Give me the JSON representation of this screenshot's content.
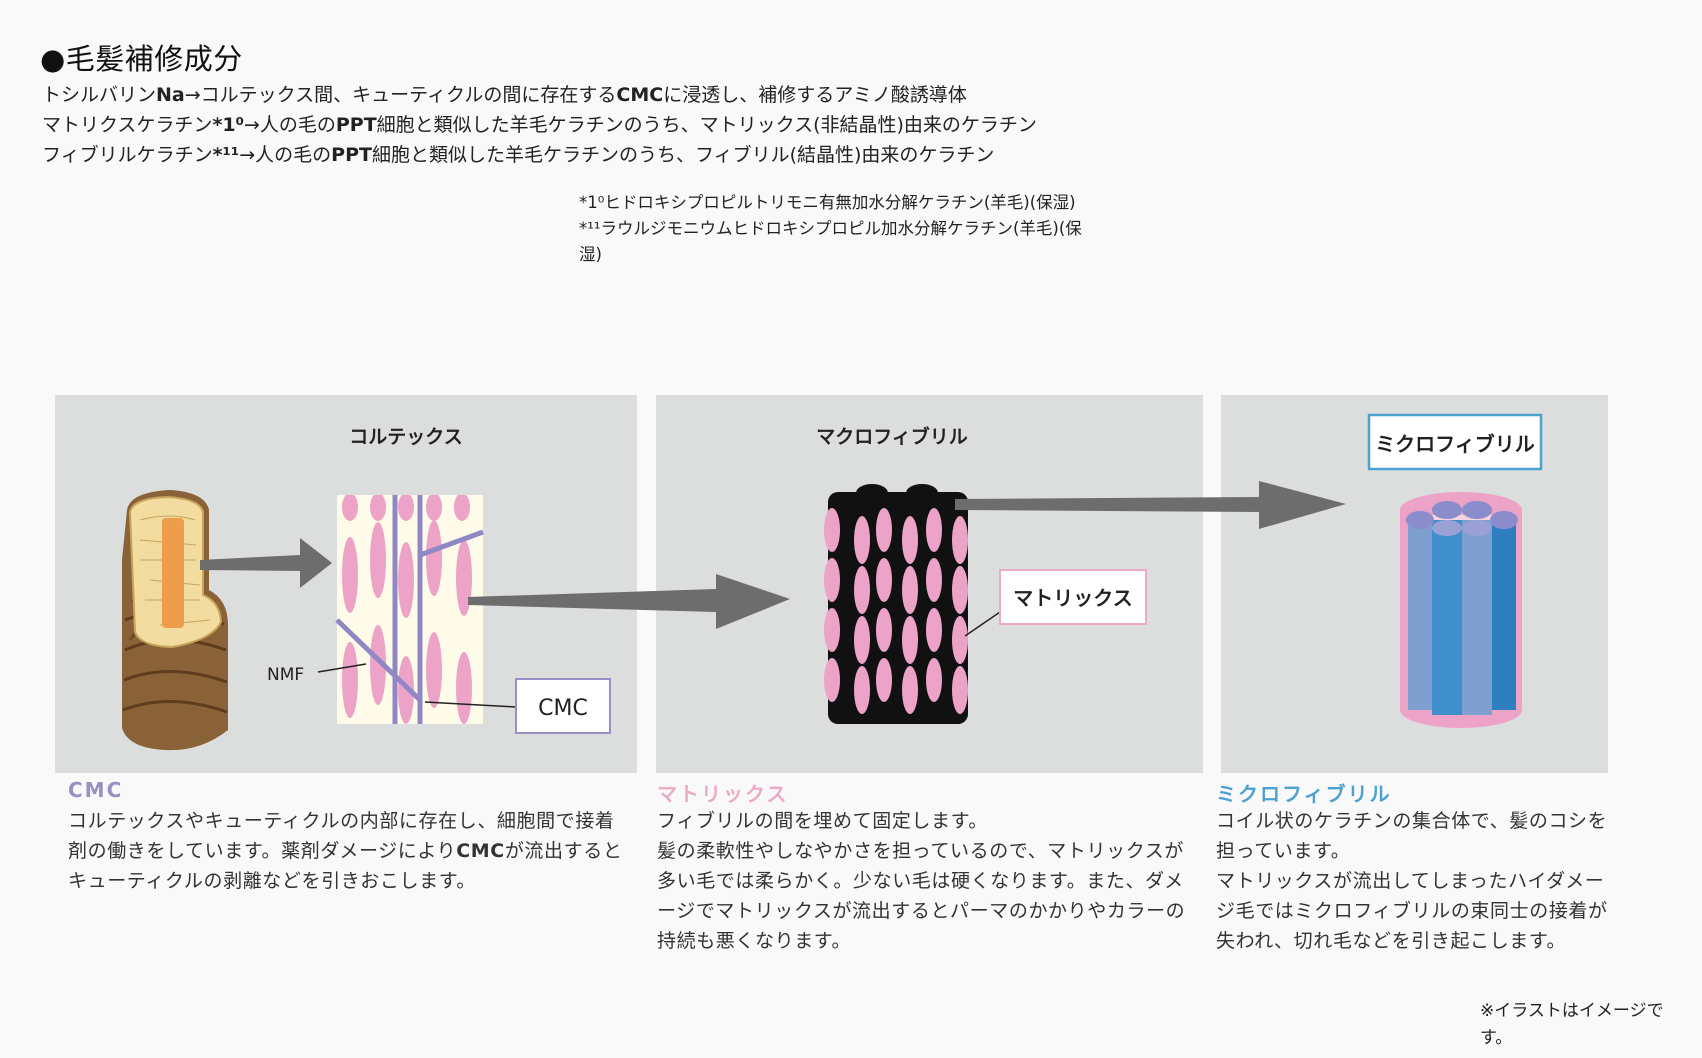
{
  "heading": "●毛髪補修成分",
  "intro": [
    {
      "before": "トシルバリン",
      "strong": "Na",
      "after": "→コルテックス間、キューティクルの間に存在する",
      "strong2": "CMC",
      "after2": "に浸透し、補修するアミノ酸誘導体"
    },
    {
      "before": "マトリクスケラチン",
      "mark": "*1⁰",
      "after": "→人の毛の",
      "strong": "PPT",
      "after2": "細胞と類似した羊毛ケラチンのうち、マトリックス(非結晶性)由来のケラチン"
    },
    {
      "before": "フィブリルケラチン",
      "mark": "*¹¹",
      "after": "→人の毛の",
      "strong": "PPT",
      "after2": "細胞と類似した羊毛ケラチンのうち、フィブリル(結晶性)由来のケラチン"
    }
  ],
  "notes": [
    {
      "mark": "*1⁰",
      "text": "ヒドロキシプロピルトリモニ有無加水分解ケラチン(羊毛)(保湿)"
    },
    {
      "mark": "*¹¹",
      "text": "ラウルジモニウムヒドロキシプロピル加水分解ケラチン(羊毛)(保湿)"
    }
  ],
  "illustration": {
    "cortex_label": "コルテックス",
    "nmf_label": "NMF",
    "cmc_box_label": "CMC",
    "macrofibril_label": "マクロフィブリル",
    "matrix_box_label": "マトリックス",
    "microfibril_box_label": "ミクロフィブリル"
  },
  "captions": {
    "cmc": {
      "title": "CMC",
      "body_before": "コルテックスやキューティクルの内部に存在し、細胞間で接着剤の働きをしています。薬剤ダメージにより",
      "body_strong": "CMC",
      "body_after": "が流出するとキューティクルの剥離などを引きおこします。"
    },
    "matrix": {
      "title": "マトリックス",
      "body": [
        "フィブリルの間を埋めて固定します。",
        "髪の柔軟性やしなやかさを担っているので、マトリックスが多い毛では柔らかく。少ない毛は硬くなります。また、ダメージでマトリックスが流出するとパーマのかかりやカラーの持続も悪くなります。"
      ]
    },
    "micro": {
      "title": "ミクロフィブリル",
      "body": [
        "コイル状のケラチンの集合体で、髪のコシを担っています。",
        "マトリックスが流出してしまったハイダメージ毛ではミクロフィブリルの束同士の接着が失われ、切れ毛などを引き起こします。"
      ]
    }
  },
  "footnote": "※イラストはイメージです。",
  "colors": {
    "panel_bg": "#dcdddd",
    "cmc_purple": "#9a8fc3",
    "matrix_pink": "#ecaac8",
    "micro_blue": "#4ca1d0",
    "arrow_gray": "#6d6d6d"
  }
}
